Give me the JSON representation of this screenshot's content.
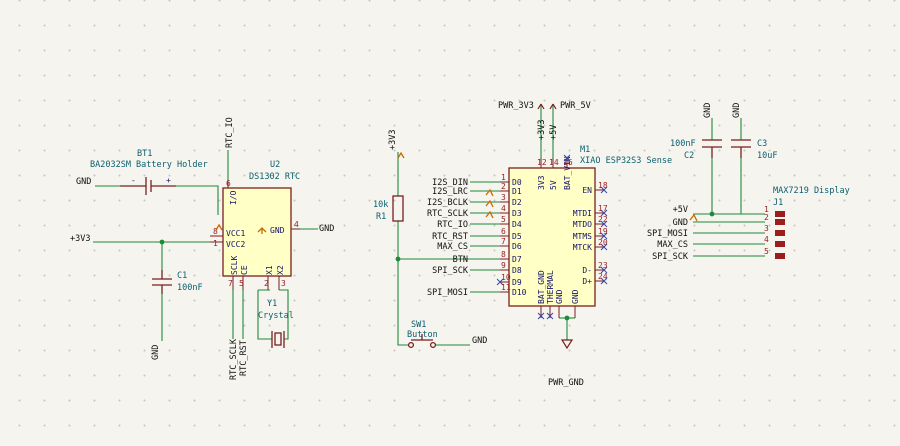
{
  "bt1": {
    "ref": "BT1",
    "value": "BA2032SM Battery Holder",
    "minus": "-",
    "plus": "+"
  },
  "u2": {
    "ref": "U2",
    "value": "DS1302 RTC",
    "io": "I/O",
    "pin6": "6",
    "vcc1": "VCC1",
    "pin8": "8",
    "vcc2": "VCC2",
    "pin1": "1",
    "gnd": "GND",
    "pin4": "4",
    "sclk": "SCLK",
    "ce": "CE",
    "x1": "X1",
    "x2": "X2",
    "p7": "7",
    "p5": "5",
    "p2": "2",
    "p3": "3"
  },
  "c1": {
    "ref": "C1",
    "value": "100nF"
  },
  "y1": {
    "ref": "Y1",
    "value": "Crystal"
  },
  "r1": {
    "ref": "R1",
    "value": "10k"
  },
  "sw1": {
    "ref": "SW1",
    "value": "Button"
  },
  "m1": {
    "ref": "M1",
    "value": "XIAO ESP32S3 Sense",
    "left": [
      {
        "name": "D0",
        "num": "1",
        "net": "I2S_DIN"
      },
      {
        "name": "D1",
        "num": "2",
        "net": "I2S_LRC"
      },
      {
        "name": "D2",
        "num": "3",
        "net": "I2S_BCLK"
      },
      {
        "name": "D3",
        "num": "4",
        "net": "RTC_SCLK"
      },
      {
        "name": "D4",
        "num": "5",
        "net": "RTC_IO"
      },
      {
        "name": "D5",
        "num": "6",
        "net": "RTC_RST"
      },
      {
        "name": "D6",
        "num": "7",
        "net": "MAX_CS"
      },
      {
        "name": "D7",
        "num": "8",
        "net": "BTN"
      },
      {
        "name": "D8",
        "num": "9",
        "net": "SPI_SCK"
      },
      {
        "name": "D9",
        "num": "10",
        "net": ""
      },
      {
        "name": "D10",
        "num": "11",
        "net": "SPI_MOSI"
      }
    ],
    "right": [
      {
        "name": "EN",
        "num": "18"
      },
      {
        "name": "MTDI",
        "num": "17"
      },
      {
        "name": "MTDO",
        "num": "22"
      },
      {
        "name": "MTMS",
        "num": "19"
      },
      {
        "name": "MTCK",
        "num": "20"
      },
      {
        "name": "D-",
        "num": "23"
      },
      {
        "name": "D+",
        "num": "24"
      }
    ],
    "top": [
      {
        "name": "3V3",
        "num": "12"
      },
      {
        "name": "5V",
        "num": "14"
      },
      {
        "name": "BAT_VIN",
        "num": "16"
      }
    ],
    "bottom": [
      {
        "name": "BAT_GND"
      },
      {
        "name": "THERMAL"
      },
      {
        "name": "GND"
      },
      {
        "name": "GND"
      }
    ]
  },
  "j1": {
    "ref": "J1",
    "value": "MAX7219 Display",
    "pins": [
      {
        "num": "1",
        "net": "+5V"
      },
      {
        "num": "2",
        "net": "GND"
      },
      {
        "num": "3",
        "net": "SPI_MOSI"
      },
      {
        "num": "4",
        "net": "MAX_CS"
      },
      {
        "num": "5",
        "net": "SPI_SCK"
      }
    ]
  },
  "c2": {
    "ref": "C2",
    "value": "100nF"
  },
  "c3": {
    "ref": "C3",
    "value": "10uF"
  },
  "nets": {
    "gnd": "GND",
    "v33": "+3V3",
    "v5": "+5V",
    "rtc_io": "RTC_IO",
    "rtc_sclk": "RTC_SCLK",
    "rtc_rst": "RTC_RST",
    "pwr3v3": "PWR_3V3",
    "pwr5v": "PWR_5V",
    "pwrgnd": "PWR_GND"
  },
  "colors": {
    "wire": "#1f8a3a",
    "body": "#ffffc6",
    "outline": "#7a1f1f",
    "text": "#14146a",
    "ref": "#0a5f6e"
  }
}
